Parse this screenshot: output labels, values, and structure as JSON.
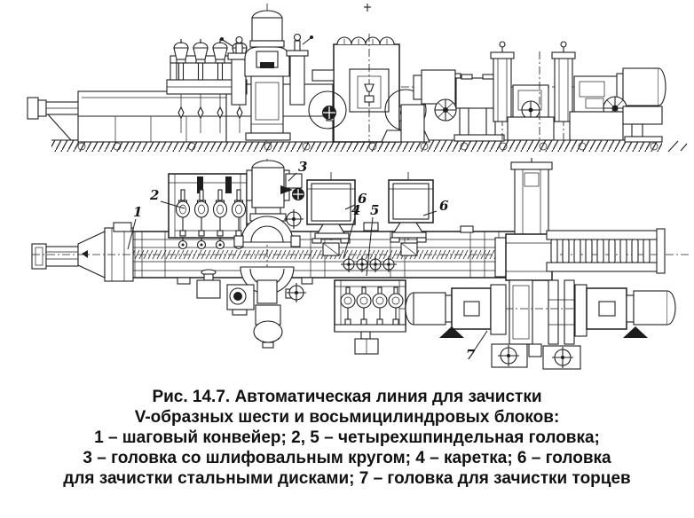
{
  "figure": {
    "number": "14.7",
    "title": "Автоматическая линия для зачистки V-образных шести и восьмицилиндровых блоков"
  },
  "caption": {
    "lines": [
      "Рис. 14.7. Автоматическая линия для зачистки",
      "V-образных шести и восьмицилиндровых блоков:",
      "1 – шаговый конвейер; 2, 5 – четырехшпиндельная головка;",
      "3 – головка со шлифовальным кругом; 4 – каретка; 6 – головка",
      "для зачистки стальными дисками; 7 – головка для зачистки торцев"
    ]
  },
  "parts": [
    {
      "num": "1",
      "name": "шаговый конвейер"
    },
    {
      "num": "2, 5",
      "name": "четырехшпиндельная головка"
    },
    {
      "num": "3",
      "name": "головка со шлифовальным кругом"
    },
    {
      "num": "4",
      "name": "каретка"
    },
    {
      "num": "6",
      "name": "головка для зачистки стальными дисками"
    },
    {
      "num": "7",
      "name": "головка для зачистки торцев"
    }
  ],
  "plan_labels": {
    "l1": "1",
    "l2": "2",
    "l3": "3",
    "l4": "4",
    "l5": "5",
    "l6a": "6",
    "l6b": "6",
    "l7": "7"
  },
  "colors": {
    "ink": "#1f1f1f",
    "paper": "#ffffff"
  }
}
